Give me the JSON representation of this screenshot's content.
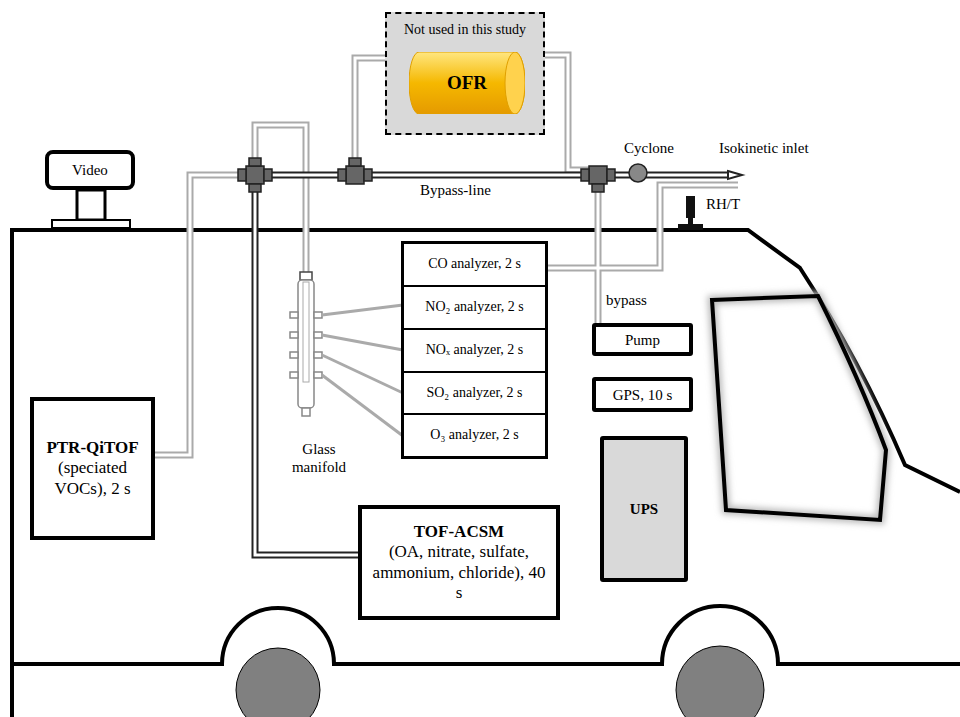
{
  "diagram": {
    "nodes": [
      {
        "text": [
          "Video"
        ]
      },
      {
        "text": [
          "Not used in this study"
        ]
      },
      {
        "text": [
          "OFR"
        ],
        "in": 1
      },
      {
        "text": [
          "PTR-QiTOF",
          "(speciated VOCs), 2 s"
        ]
      },
      {
        "text": [
          "CO analyzer, 2 s"
        ]
      },
      {
        "text": [
          "NO₂ analyzer, 2 s"
        ]
      },
      {
        "text": [
          "NOₓ analyzer, 2 s"
        ]
      },
      {
        "text": [
          "SO₂ analyzer, 2 s"
        ]
      },
      {
        "text": [
          "O₃ analyzer, 2 s"
        ]
      },
      {
        "text": [
          "Pump"
        ]
      },
      {
        "text": [
          "GPS, 10 s"
        ]
      },
      {
        "text": [
          "UPS"
        ]
      },
      {
        "text": [
          "TOF-ACSM",
          "(OA, nitrate, sulfate, ammonium, chloride), 40 s"
        ]
      }
    ],
    "labels": [
      "Cyclone",
      "Isokinetic inlet",
      "Bypass-line",
      "bypass",
      "RH/T",
      "Glass manifold"
    ]
  }
}
